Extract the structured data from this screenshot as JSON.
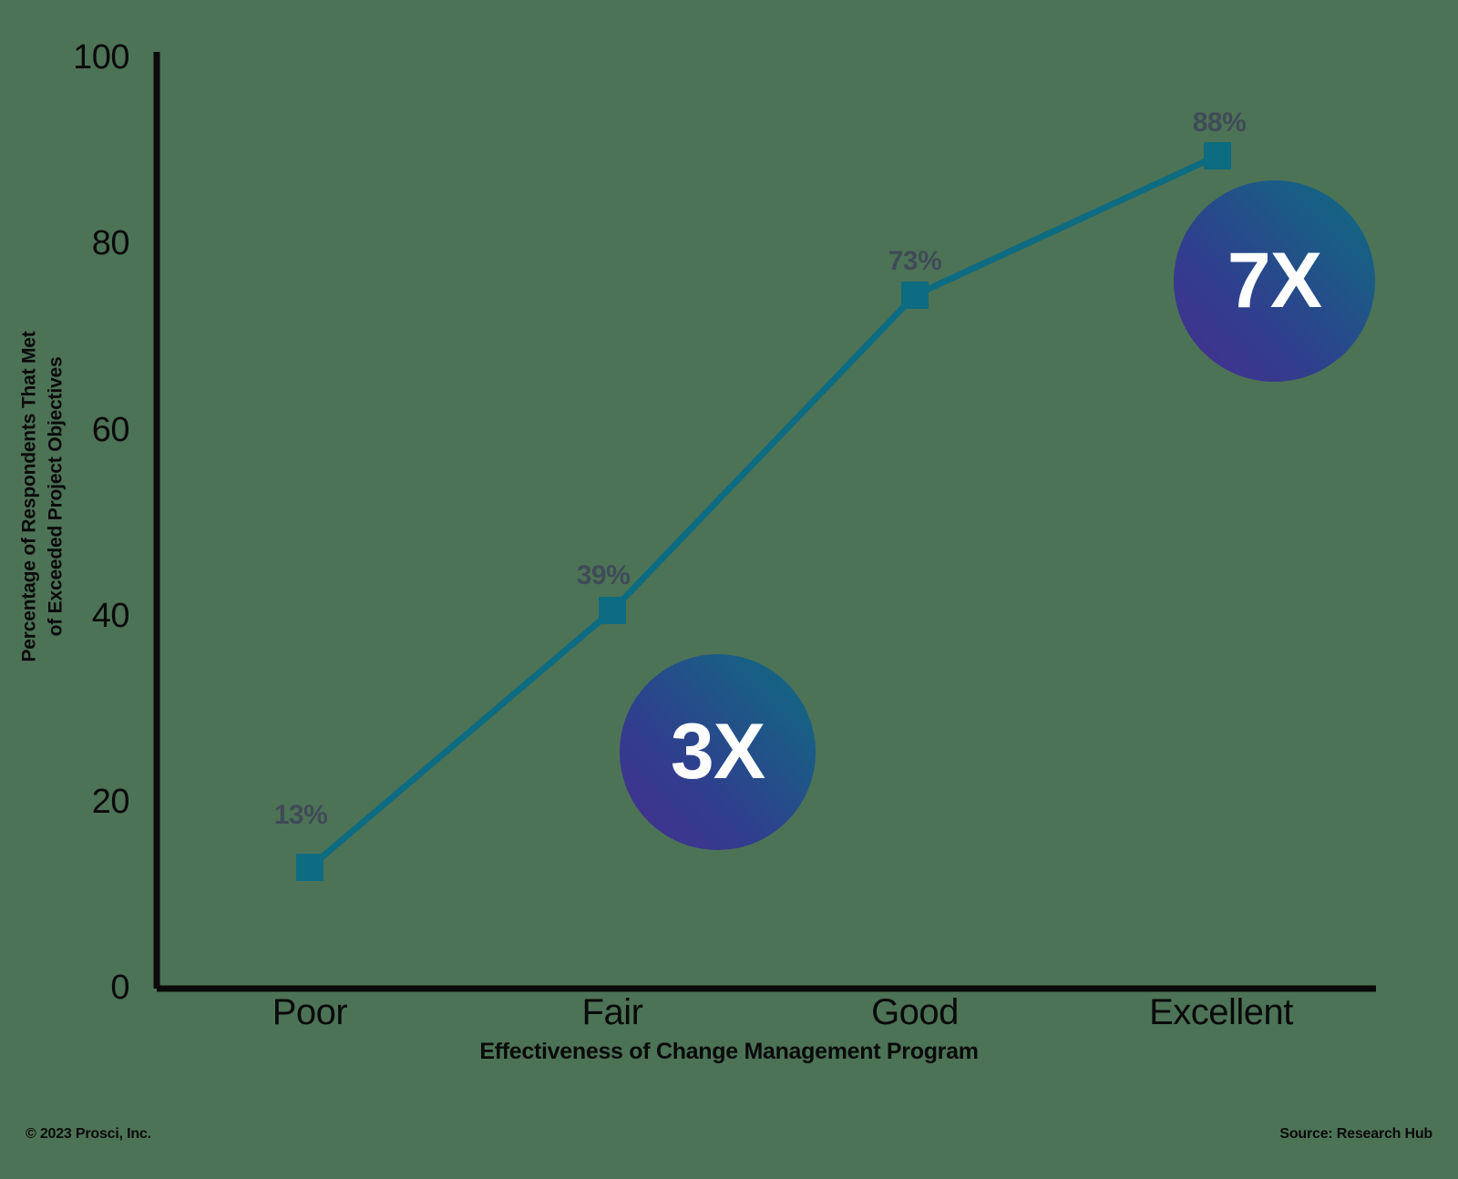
{
  "chart_data": {
    "type": "line",
    "title": "",
    "xlabel": "Effectiveness of Change Management Program",
    "ylabel_line1": "Percentage of Respondents That Met",
    "ylabel_line2": "of Exceeded Project Objectives",
    "categories": [
      "Poor",
      "Fair",
      "Good",
      "Excellent"
    ],
    "values": [
      13,
      39,
      73,
      88
    ],
    "data_labels": [
      "13%",
      "39%",
      "73%",
      "88%"
    ],
    "ylim": [
      0,
      100
    ],
    "yticks": [
      0,
      20,
      40,
      60,
      80,
      100
    ],
    "ytick_labels": [
      "0",
      "20",
      "40",
      "60",
      "80",
      "100"
    ],
    "grid": false,
    "legend": "none",
    "series": [
      {
        "name": "Percentage of Respondents That Met of Exceeded Project Objectives",
        "values": [
          13,
          39,
          73,
          88
        ],
        "color": "#0d6b82",
        "marker": "square"
      }
    ],
    "annotations": [
      {
        "text": "3X",
        "at_category": "Fair",
        "description": "multiplier bubble between Poor and Fair"
      },
      {
        "text": "7X",
        "at_category": "Excellent",
        "description": "multiplier bubble at Excellent"
      }
    ]
  },
  "footer": {
    "copyright": "© 2023 Prosci, Inc.",
    "source": "Source: Research Hub"
  },
  "colors": {
    "line": "#0d6b82",
    "marker": "#0d6b82",
    "axis": "#0a0a0a",
    "data_label": "#3f4b57",
    "bubble_start": "#0d6b82",
    "bubble_end": "#472d8f",
    "background": "#4d7356"
  }
}
